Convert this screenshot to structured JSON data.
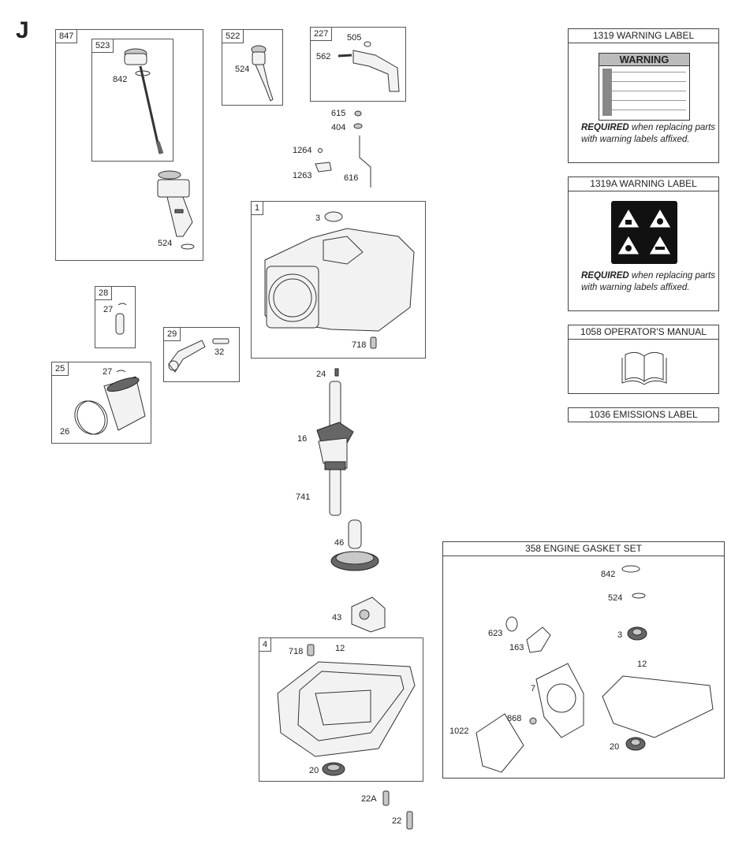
{
  "section_letter": "J",
  "group_tags": {
    "g847": "847",
    "g523": "523",
    "g522": "522",
    "g227": "227",
    "g1": "1",
    "g28": "28",
    "g29": "29",
    "g25": "25",
    "g4": "4"
  },
  "part_labels": {
    "p842a": "842",
    "p524a": "524",
    "p524b": "524",
    "p505": "505",
    "p562": "562",
    "p615": "615",
    "p404": "404",
    "p1264": "1264",
    "p1263": "1263",
    "p616": "616",
    "p3a": "3",
    "p718a": "718",
    "p27a": "27",
    "p27b": "27",
    "p32": "32",
    "p26": "26",
    "p24": "24",
    "p16": "16",
    "p741": "741",
    "p46": "46",
    "p43": "43",
    "p718b": "718",
    "p12a": "12",
    "p20a": "20",
    "p22a": "22A",
    "p22": "22",
    "p842b": "842",
    "p524c": "524",
    "p623": "623",
    "p163": "163",
    "p3b": "3",
    "p12b": "12",
    "p7": "7",
    "p868": "868",
    "p1022": "1022",
    "p20b": "20"
  },
  "panels": {
    "warning_1319": {
      "title": "1319 WARNING LABEL",
      "label_heading": "WARNING",
      "req_bold": "REQUIRED",
      "req_text": " when replacing parts with warning labels affixed."
    },
    "warning_1319a": {
      "title": "1319A WARNING LABEL",
      "req_bold": "REQUIRED",
      "req_text": " when replacing parts with warning labels affixed."
    },
    "manual_1058": {
      "title": "1058 OPERATOR'S MANUAL"
    },
    "emissions_1036": {
      "title": "1036 EMISSIONS LABEL"
    },
    "gasket_358": {
      "title": "358 ENGINE GASKET SET"
    }
  },
  "icons": [
    "warning-label-icon",
    "hazard-pictogram-icon",
    "manual-book-icon"
  ]
}
